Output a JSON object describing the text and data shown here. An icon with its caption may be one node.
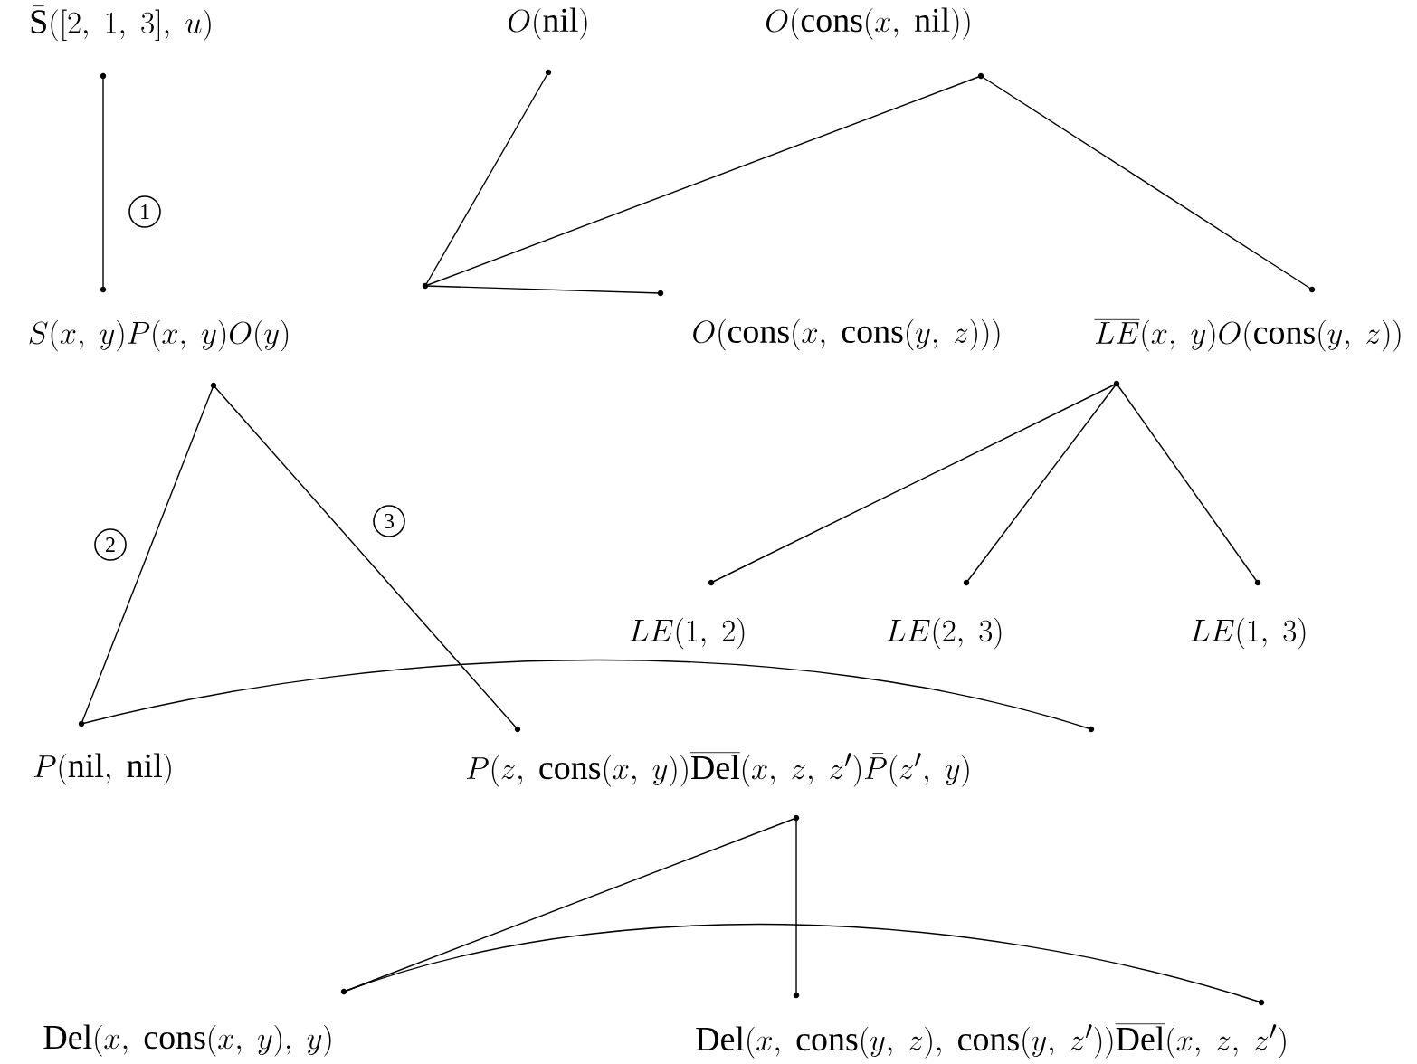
{
  "diagram": {
    "nodes": [
      {
        "text": [
          "\\bar{\\mathrm{S}}([2,\\ 1,\\ 3],\\ u)"
        ]
      },
      {
        "text": [
          "O(\\mathrm{nil})"
        ]
      },
      {
        "text": [
          "O(\\mathrm{cons}(x,\\ \\mathrm{nil}))"
        ]
      },
      {
        "text": [
          "S(x,\\ y)\\bar{P}(x,\\ y)\\bar{O}(y)"
        ]
      },
      {
        "text": [
          "O(\\mathrm{cons}(x,\\ \\mathrm{cons}(y,\\ z)))"
        ]
      },
      {
        "text": [
          "\\overline{LE}(x,\\ y)\\bar{O}(\\mathrm{cons}(y,\\ z))"
        ]
      },
      {
        "text": [
          "LE(1,\\ 2)"
        ]
      },
      {
        "text": [
          "LE(2,\\ 3)"
        ]
      },
      {
        "text": [
          "LE(1,\\ 3)"
        ]
      },
      {
        "text": [
          "P(\\mathrm{nil},\\ \\mathrm{nil})"
        ]
      },
      {
        "text": [
          "P(z,\\ \\mathrm{cons}(x,\\ y))\\overline{\\mathrm{Del}}(x,\\ z,\\ z')\\bar{P}(z',\\ y)"
        ]
      },
      {
        "text": [
          "\\mathrm{Del}(x,\\ \\mathrm{cons}(x,\\ y),\\ y)"
        ]
      },
      {
        "text": [
          "\\mathrm{Del}(x,\\ \\mathrm{cons}(y,\\ z),\\ \\mathrm{cons}(y,\\ z'))\\overline{\\mathrm{Del}}(x,\\ z,\\ z')"
        ]
      }
    ],
    "edges": [
      {
        "from": 0,
        "to": 3,
        "arrow": "none",
        "label": "1"
      },
      {
        "from": 3,
        "to": 1,
        "arrow": "none"
      },
      {
        "from": 3,
        "to": 2,
        "arrow": "none"
      },
      {
        "from": 3,
        "to": 4,
        "arrow": "none"
      },
      {
        "from": 2,
        "to": 5,
        "arrow": "none"
      },
      {
        "from": 5,
        "to": 6,
        "arrow": "none"
      },
      {
        "from": 5,
        "to": 7,
        "arrow": "none"
      },
      {
        "from": 5,
        "to": 8,
        "arrow": "none"
      },
      {
        "from": 3,
        "to": 9,
        "arrow": "none",
        "label": "2"
      },
      {
        "from": 3,
        "to": 10,
        "arrow": "none",
        "label": "3"
      },
      {
        "from": 9,
        "to": 10,
        "arrow": "none"
      },
      {
        "from": 10,
        "to": 11,
        "arrow": "none"
      },
      {
        "from": 10,
        "to": 12,
        "arrow": "none"
      },
      {
        "from": 11,
        "to": 12,
        "arrow": "none"
      }
    ]
  }
}
